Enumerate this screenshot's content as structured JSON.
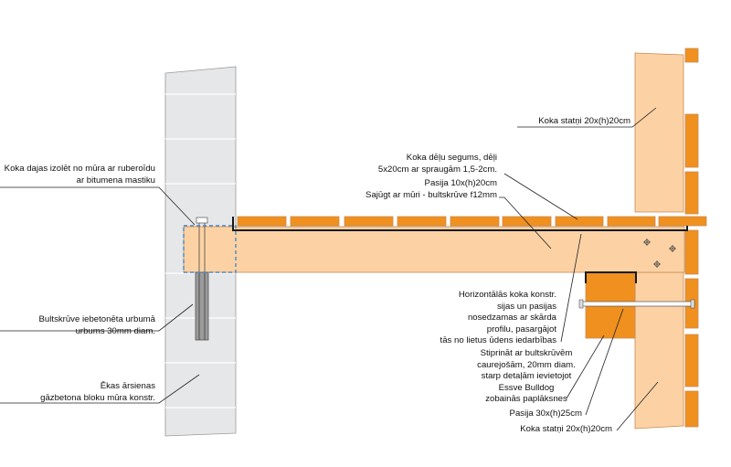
{
  "colors": {
    "wood_light": "#fcd2a4",
    "wood_dark": "#f0901f",
    "wall": "#e6e7e8",
    "wall_joint": "#ffffff",
    "bolt": "#9b9b9b",
    "dash": "#4a88c8",
    "flashing": "#1a1a1a",
    "text": "#111111"
  },
  "labels": {
    "insulation": [
      "Koka dajas izolēt no mūra ar ruberoīdu",
      "ar bitumena mastiku"
    ],
    "bolt": [
      "Bultskrūve iebetonēta urbumā",
      "urbums 30mm diam."
    ],
    "wall": [
      "Ēkas ārsienas",
      "gāzbetona bloku mūra konstr."
    ],
    "post_top": "Koka statņi 20x(h)20cm",
    "decking": [
      "Koka dēļu segums, dēļi",
      "5x20cm ar spraugām 1,5-2cm."
    ],
    "beam": [
      "Pasija 10x(h)20cm",
      "Sajūgt ar mūri - bultskrūve f12mm"
    ],
    "flashing": [
      "Horizontālās koka konstr.",
      "sijas un pasijas",
      "nosedzamas ar skārda",
      "profilu, pasargājot",
      "tās no lietus ūdens iedarbības"
    ],
    "bolting": [
      "Stiprināt ar bultskrūvēm",
      "caurejošām, 20mm diam.",
      "starp detaļām ievietojot",
      "Essve Bulldog",
      "zobainās paplāksnes"
    ],
    "girder": "Pasija 30x(h)25cm",
    "post_bottom": "Koka statņi 20x(h)20cm"
  }
}
